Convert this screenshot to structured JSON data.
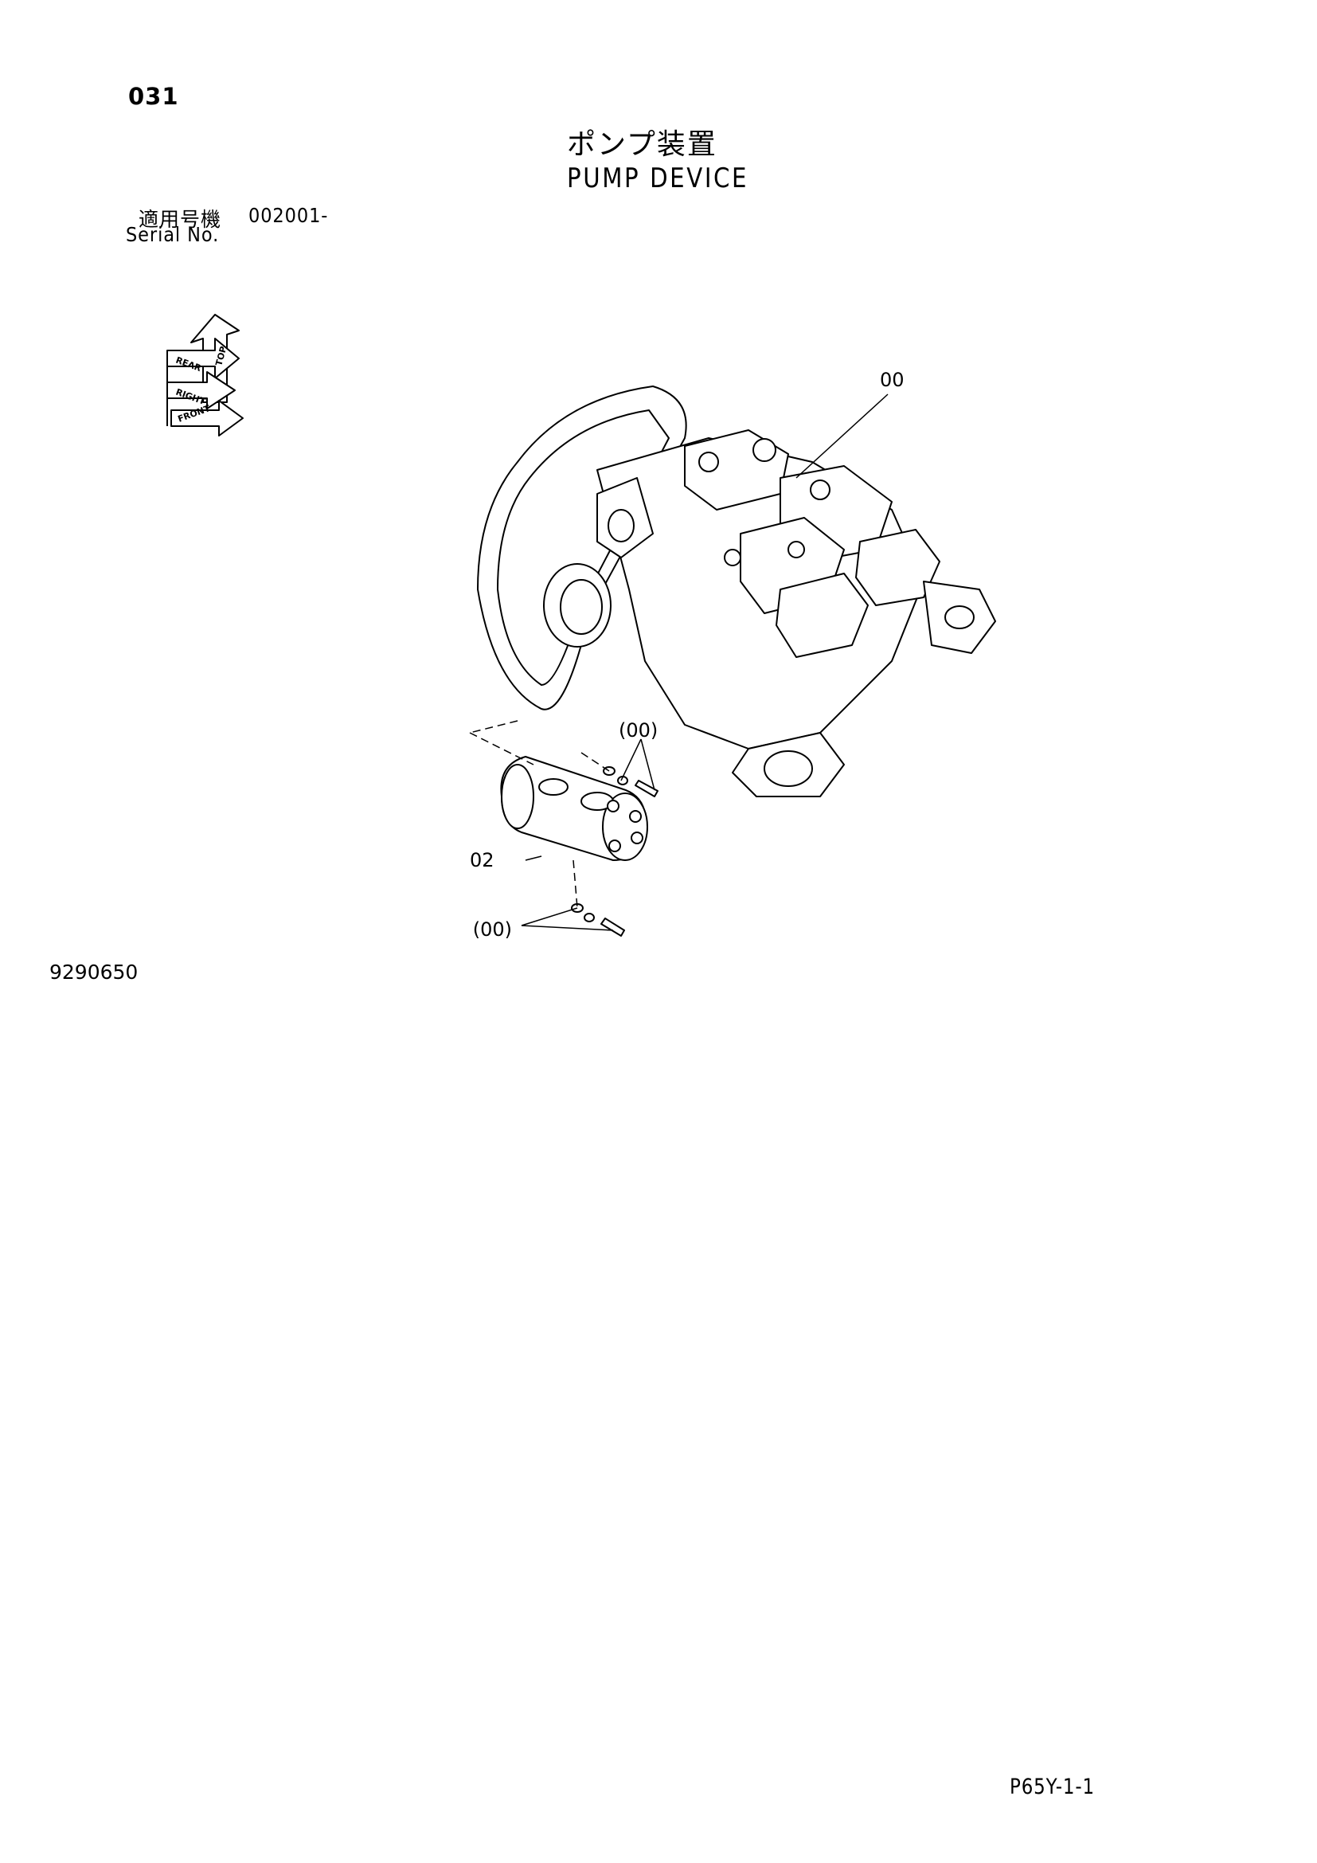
{
  "header": {
    "page_number": "031",
    "title_jp": "ポンプ装置",
    "title_en": "PUMP DEVICE",
    "serial_label_jp": "適用号機",
    "serial_range": "002001-",
    "serial_label_en": "Serial No."
  },
  "orientation_indicator": {
    "labels": [
      "TOP",
      "REAR",
      "RIGHT",
      "FRONT"
    ]
  },
  "callouts": {
    "main_assembly": "00",
    "bolts_upper": "(00)",
    "sub_component": "02",
    "bolts_lower": "(00)"
  },
  "figure_number": "9290650",
  "footer": {
    "page_code": "P65Y-1-1"
  }
}
